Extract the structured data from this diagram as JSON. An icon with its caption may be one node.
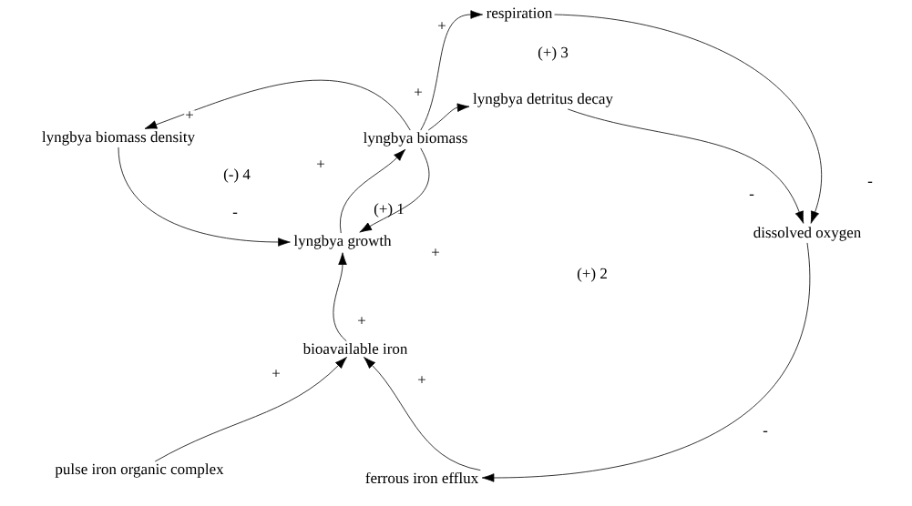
{
  "diagram": {
    "nodes": [
      {
        "text": [
          "lyngbya biomass density"
        ]
      },
      {
        "text": [
          "lyngbya biomass"
        ]
      },
      {
        "text": [
          "respiration"
        ]
      },
      {
        "text": [
          "lyngbya detritus decay"
        ]
      },
      {
        "text": [
          "dissolved oxygen"
        ]
      },
      {
        "text": [
          "lyngbya growth"
        ]
      },
      {
        "text": [
          "bioavailable iron"
        ]
      },
      {
        "text": [
          "pulse iron organic complex"
        ]
      },
      {
        "text": [
          "ferrous iron efflux"
        ]
      }
    ],
    "edges": [
      {
        "from": 1,
        "to": 0,
        "arrow": "to",
        "label": "+"
      },
      {
        "from": 0,
        "to": 5,
        "arrow": "to",
        "label": "-"
      },
      {
        "from": 5,
        "to": 1,
        "arrow": "to",
        "label": "+"
      },
      {
        "from": 1,
        "to": 5,
        "arrow": "to",
        "label": "+"
      },
      {
        "from": 1,
        "to": 2,
        "arrow": "to",
        "label": "+"
      },
      {
        "from": 1,
        "to": 3,
        "arrow": "to",
        "label": "+"
      },
      {
        "from": 2,
        "to": 4,
        "arrow": "to",
        "label": "-"
      },
      {
        "from": 3,
        "to": 4,
        "arrow": "to",
        "label": "-"
      },
      {
        "from": 4,
        "to": 8,
        "arrow": "to",
        "label": "-"
      },
      {
        "from": 8,
        "to": 6,
        "arrow": "to",
        "label": "+"
      },
      {
        "from": 7,
        "to": 6,
        "arrow": "to",
        "label": "+"
      },
      {
        "from": 6,
        "to": 5,
        "arrow": "to",
        "label": "+"
      }
    ],
    "labels": [
      "(+) 3",
      "(-) 4",
      "(+) 1",
      "(+) 2"
    ]
  }
}
